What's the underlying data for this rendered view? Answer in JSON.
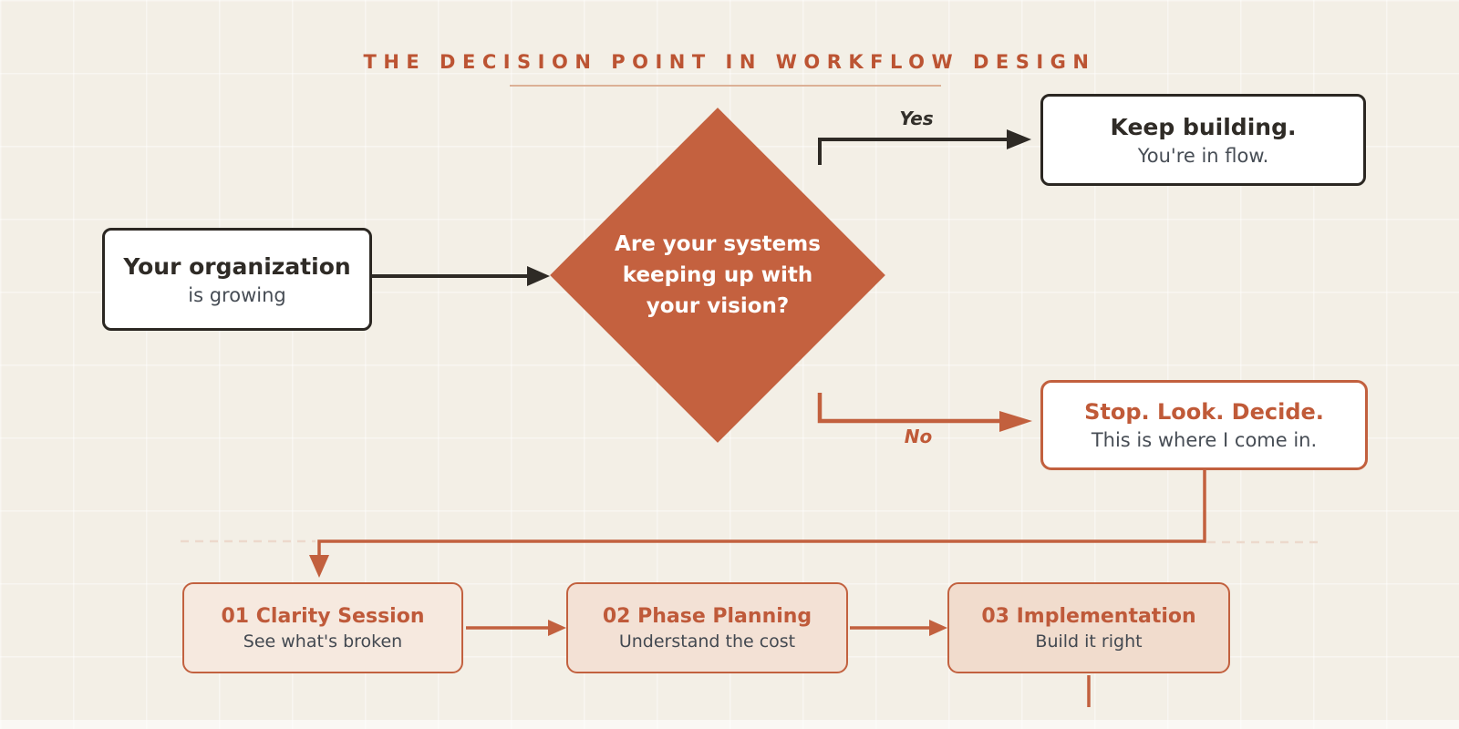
{
  "header": {
    "title": "THE DECISION POINT IN WORKFLOW DESIGN"
  },
  "nodes": {
    "start": {
      "title": "Your organization",
      "subtitle": "is growing"
    },
    "decision": {
      "lines": [
        "Are your systems",
        "keeping up with",
        "your vision?"
      ]
    },
    "keep": {
      "title": "Keep building.",
      "subtitle": "You're in flow."
    },
    "stop": {
      "title": "Stop. Look. Decide.",
      "subtitle": "This is where I come in."
    },
    "phases": [
      {
        "title": "01 Clarity Session",
        "subtitle": "See what's broken"
      },
      {
        "title": "02 Phase Planning",
        "subtitle": "Understand the cost"
      },
      {
        "title": "03 Implementation",
        "subtitle": "Build it right"
      }
    ]
  },
  "edges": {
    "yes_label": "Yes",
    "no_label": "No"
  },
  "colors": {
    "paper": "#f3efe6",
    "ink": "#2e2a25",
    "accent_rust": "#c05a38",
    "diamond_fill": "#c4613f",
    "phase_bg_light": "#f6e9df",
    "phase_bg_dark": "#f1dccd"
  }
}
